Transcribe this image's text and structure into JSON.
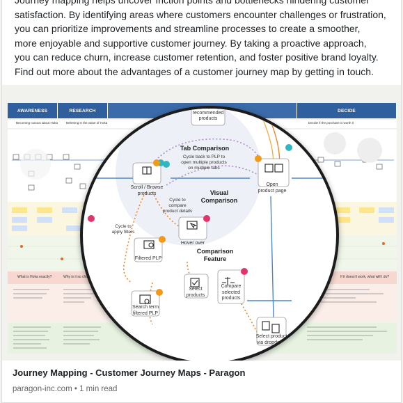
{
  "post": {
    "paragraph_lines": [
      "Journey mapping helps uncover friction points and bottlenecks hindering customer",
      "satisfaction. By identifying areas where customers encounter challenges or frustration,",
      "you can prioritize improvements and streamline processes to create a smoother,",
      "more enjoyable and supportive customer journey. By taking a proactive approach,",
      "you can reduce churn, increase customer retention, and foster positive brand loyalty.",
      "Find out more about the advantages of a customer journey map by getting in touch."
    ]
  },
  "journey_map": {
    "stages": [
      "AWARENESS",
      "RESEARCH",
      "DECIDE"
    ],
    "decide_sub": "Decide if the purchase is worth it",
    "awareness_sub": "Becoming curious about Hoka",
    "research_sub": "Believing in the value of Hoka",
    "awareness_question": "What is Hoka exactly?",
    "research_question": "Why is it so chunky or...",
    "decide_question": "If it doesn't work, what will I do?",
    "zoom": {
      "sections": [
        "Tab Comparison",
        "Visual\nComparison",
        "Comparison\nFeature"
      ],
      "tab_comparison_sub": "Cycle back to PLP to\nopen multiple products\non multiple tabs",
      "nodes": {
        "compare_recommended": "Compare\nrecommended\nproducts",
        "scroll_browse": "Scroll / Browse\nproducts",
        "open_pdp": "Open\nproduct page",
        "cycle_compare": "Cycle to\ncompare\nproduct details",
        "cycle_filters": "Cycle to\napply filters",
        "filtered_plp": "Filtered PLP",
        "hover_over": "Hover over",
        "select_products": "Select\nproducts",
        "compare_selected": "Compare\nselected\nproducts",
        "search_term": "Search term\nfiltered PLP",
        "select_via_dropdown": "Select product\nvia dropdown"
      }
    }
  },
  "link_preview": {
    "title": "Journey Mapping - Customer Journey Maps - Paragon",
    "domain": "paragon-inc.com",
    "read_time": "1 min read",
    "separator": "•"
  },
  "colors": {
    "stage_blue": "#2f5f9c",
    "dot_teal": "#2fb5c4",
    "dot_pink": "#e0356a",
    "dot_orange": "#f09a1a",
    "path_orange": "#e8882a",
    "path_purple": "#b08ad0",
    "path_blue": "#4d86c9"
  }
}
